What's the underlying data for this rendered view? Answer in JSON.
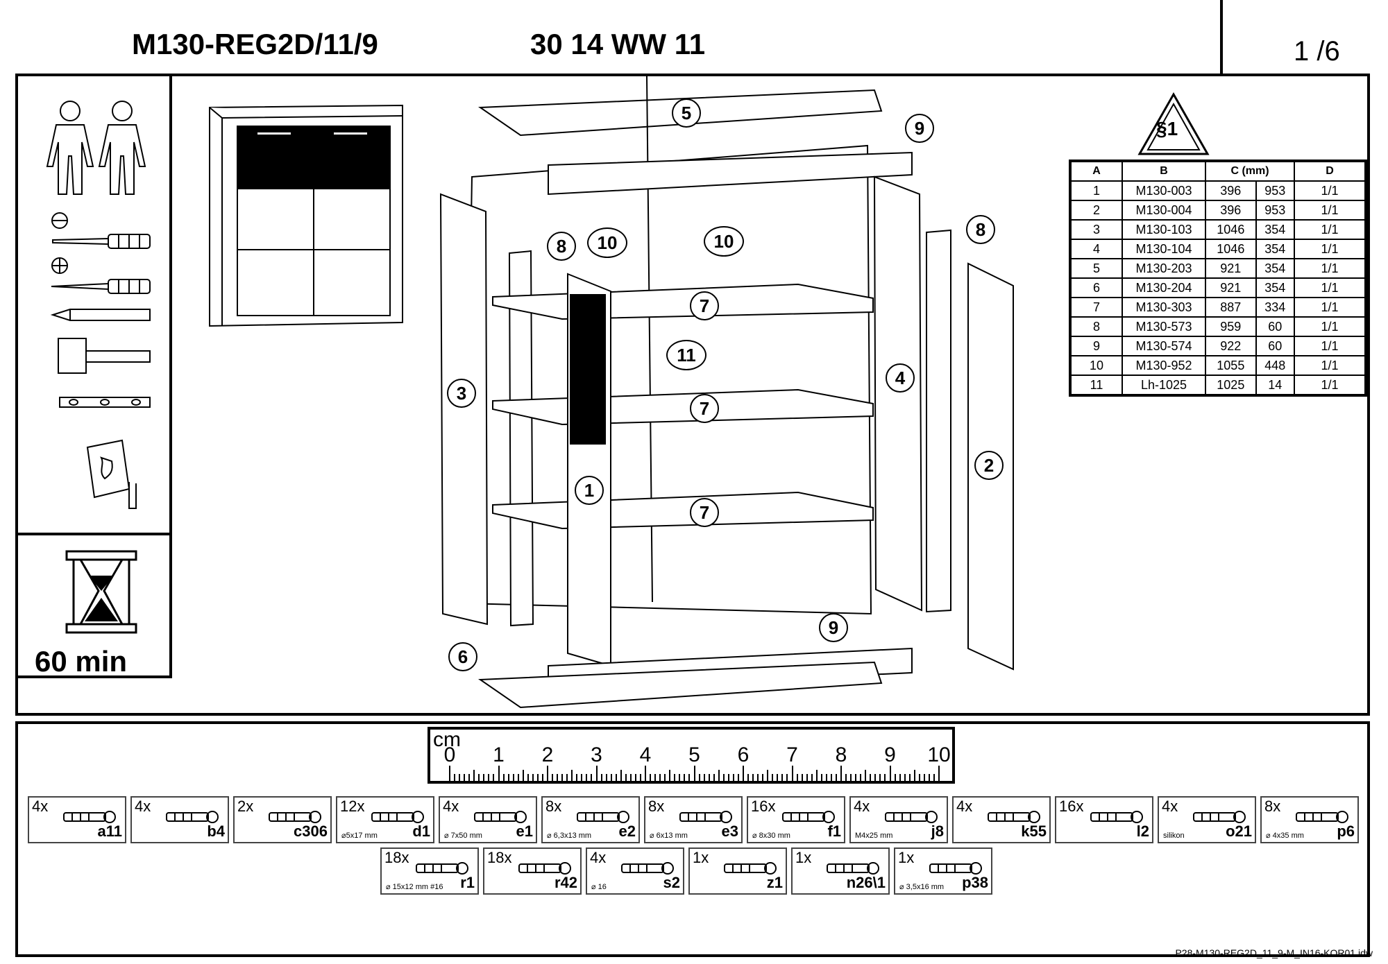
{
  "header": {
    "model": "M130-REG2D/11/9",
    "code": "30 14 WW 11",
    "page": "1 /6"
  },
  "time": {
    "label": "60 min"
  },
  "warning_badge": "§1",
  "diagram": {
    "callouts": [
      {
        "n": "5"
      },
      {
        "n": "9"
      },
      {
        "n": "8"
      },
      {
        "n": "10"
      },
      {
        "n": "10"
      },
      {
        "n": "8"
      },
      {
        "n": "7"
      },
      {
        "n": "11"
      },
      {
        "n": "3"
      },
      {
        "n": "4"
      },
      {
        "n": "7"
      },
      {
        "n": "2"
      },
      {
        "n": "1"
      },
      {
        "n": "7"
      },
      {
        "n": "9"
      },
      {
        "n": "6"
      }
    ]
  },
  "parts_table": {
    "headers": [
      "A",
      "B",
      "C (mm)",
      "D"
    ],
    "rows": [
      [
        "1",
        "M130-003",
        "396",
        "953",
        "1/1"
      ],
      [
        "2",
        "M130-004",
        "396",
        "953",
        "1/1"
      ],
      [
        "3",
        "M130-103",
        "1046",
        "354",
        "1/1"
      ],
      [
        "4",
        "M130-104",
        "1046",
        "354",
        "1/1"
      ],
      [
        "5",
        "M130-203",
        "921",
        "354",
        "1/1"
      ],
      [
        "6",
        "M130-204",
        "921",
        "354",
        "1/1"
      ],
      [
        "7",
        "M130-303",
        "887",
        "334",
        "1/1"
      ],
      [
        "8",
        "M130-573",
        "959",
        "60",
        "1/1"
      ],
      [
        "9",
        "M130-574",
        "922",
        "60",
        "1/1"
      ],
      [
        "10",
        "M130-952",
        "1055",
        "448",
        "1/1"
      ],
      [
        "11",
        "Lh-1025",
        "1025",
        "14",
        "1/1"
      ]
    ]
  },
  "ruler": {
    "unit": "cm",
    "ticks": [
      "0",
      "1",
      "2",
      "3",
      "4",
      "5",
      "6",
      "7",
      "8",
      "9",
      "10"
    ]
  },
  "fittings": [
    {
      "qty": "4x",
      "code": "a11",
      "dim": ""
    },
    {
      "qty": "4x",
      "code": "b4",
      "dim": ""
    },
    {
      "qty": "2x",
      "code": "c306",
      "dim": ""
    },
    {
      "qty": "12x",
      "code": "d1",
      "dim": "⌀5x17 mm"
    },
    {
      "qty": "4x",
      "code": "e1",
      "dim": "⌀ 7x50 mm"
    },
    {
      "qty": "8x",
      "code": "e2",
      "dim": "⌀ 6,3x13 mm"
    },
    {
      "qty": "8x",
      "code": "e3",
      "dim": "⌀ 6x13 mm"
    },
    {
      "qty": "16x",
      "code": "f1",
      "dim": "⌀ 8x30 mm"
    },
    {
      "qty": "4x",
      "code": "j8",
      "dim": "M4x25 mm"
    },
    {
      "qty": "4x",
      "code": "k55",
      "dim": ""
    },
    {
      "qty": "16x",
      "code": "l2",
      "dim": ""
    },
    {
      "qty": "4x",
      "code": "o21",
      "dim": "silikon"
    },
    {
      "qty": "8x",
      "code": "p6",
      "dim": "⌀ 4x35 mm"
    },
    {
      "qty": "18x",
      "code": "r1",
      "dim": "⌀ 15x12 mm #16"
    },
    {
      "qty": "18x",
      "code": "r42",
      "dim": ""
    },
    {
      "qty": "4x",
      "code": "s2",
      "dim": "⌀ 16"
    },
    {
      "qty": "1x",
      "code": "z1",
      "dim": ""
    },
    {
      "qty": "1x",
      "code": "n26\\1",
      "dim": ""
    },
    {
      "qty": "1x",
      "code": "p38",
      "dim": "⌀ 3,5x16 mm"
    }
  ],
  "footer": "P28-M130-REG2D_11_9-M_IN16-KOR01.idw"
}
